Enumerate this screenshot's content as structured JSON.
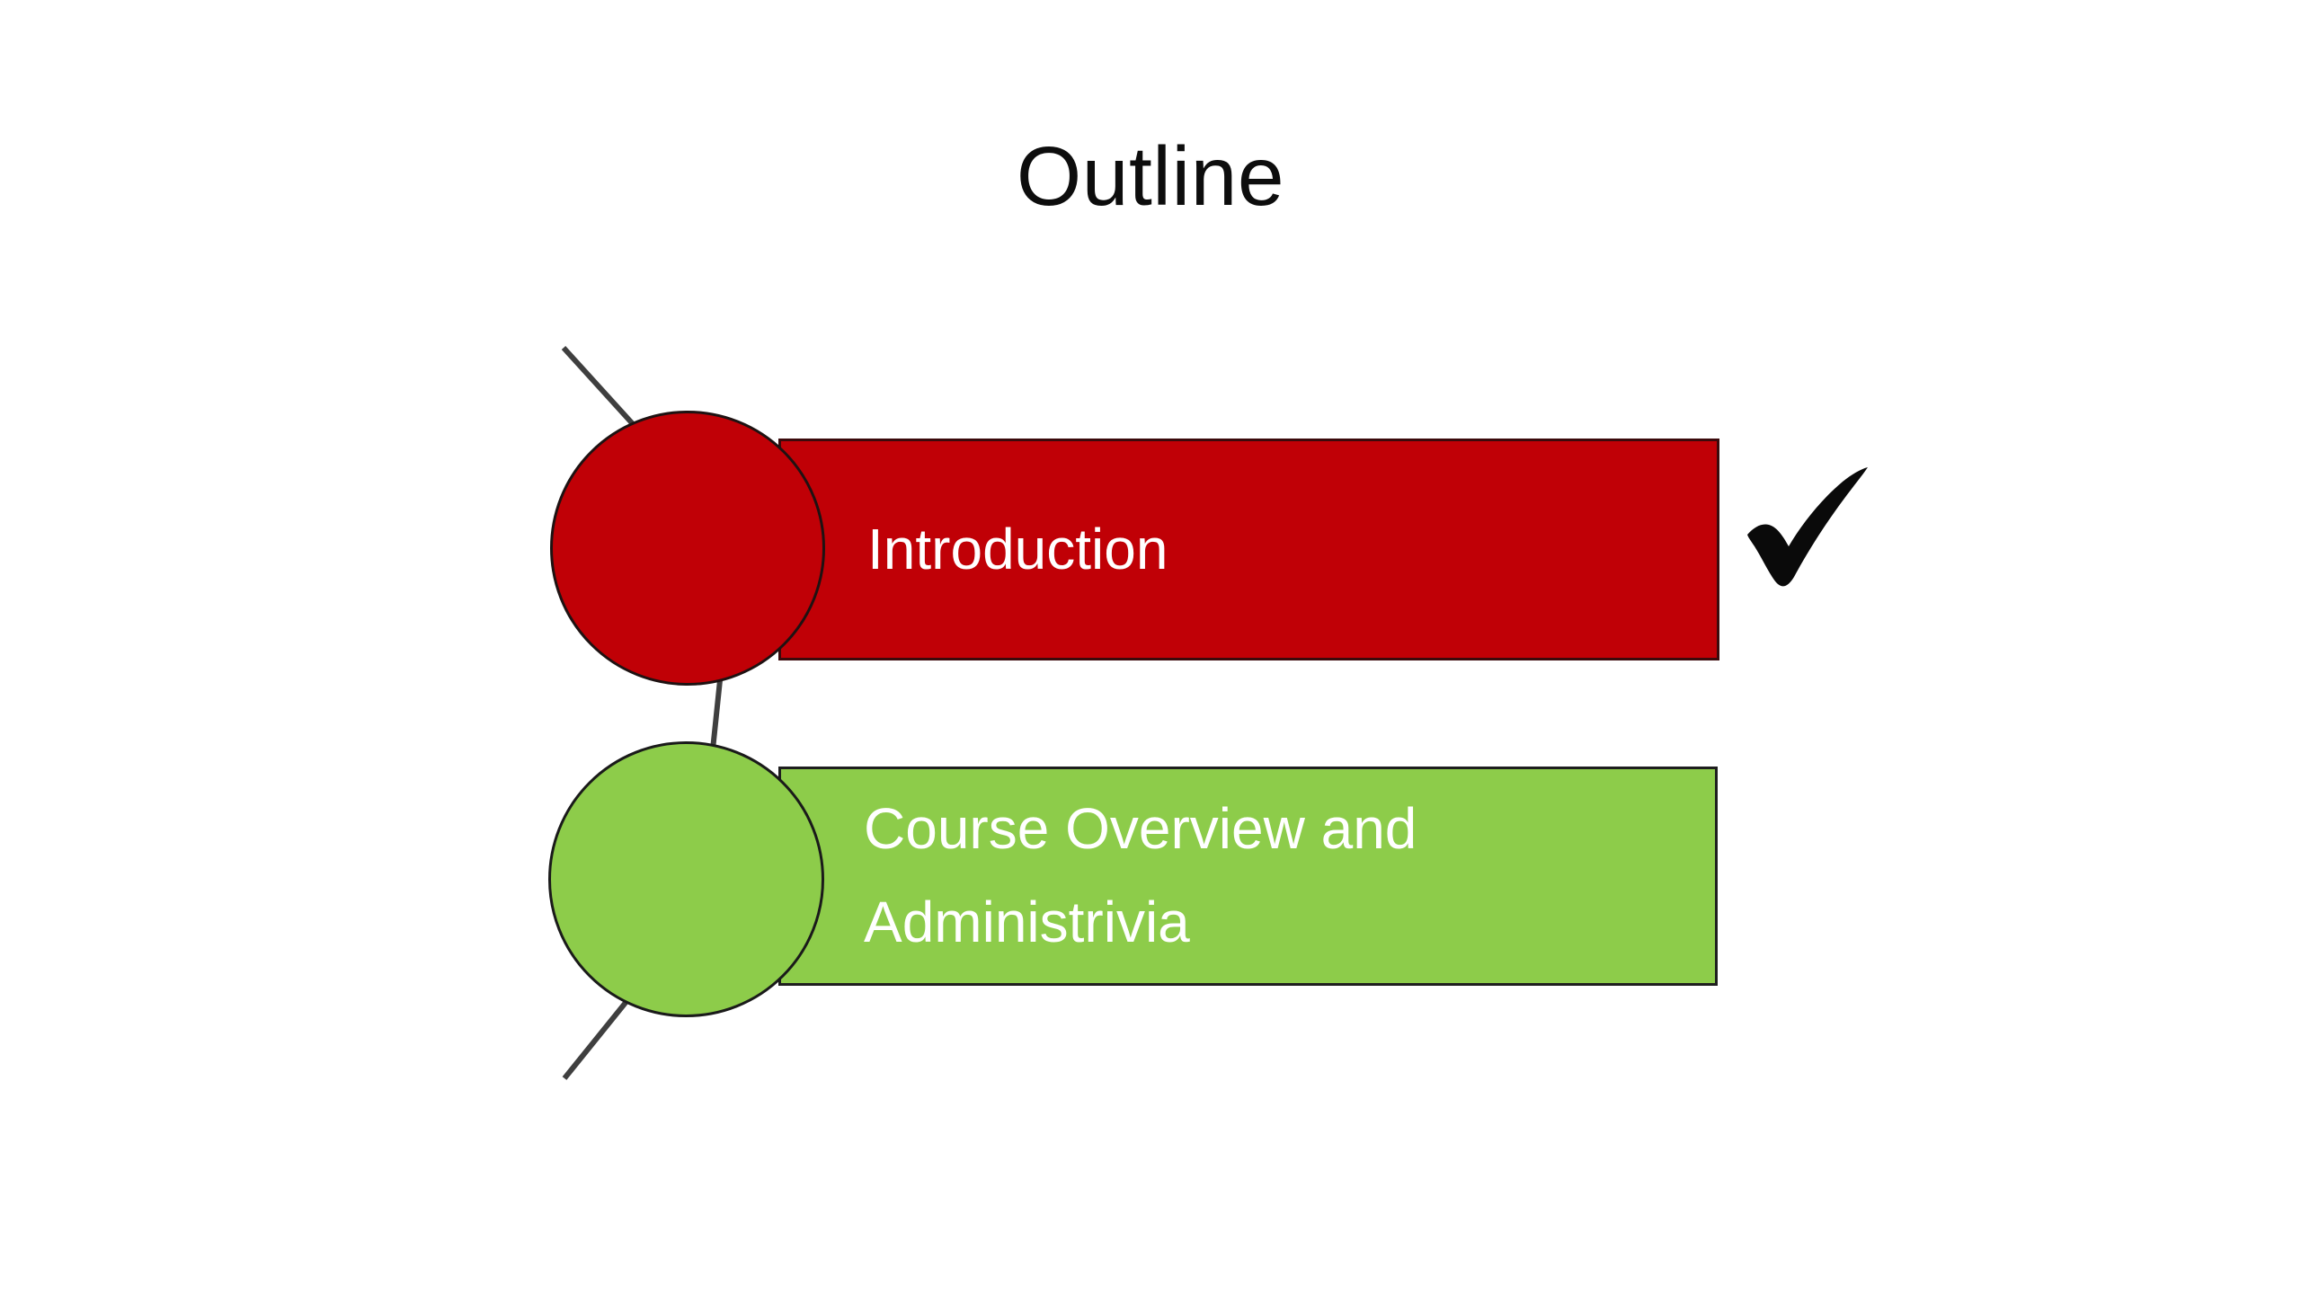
{
  "slide": {
    "title": "Outline",
    "background_color": "#ffffff",
    "title_color": "#0d0d0d"
  },
  "items": [
    {
      "id": "introduction",
      "label": "Introduction",
      "fill_color": "#C00006",
      "outline_color": "#3b0a0c",
      "text_color": "#ffffff",
      "completed": true,
      "marker": "check-icon"
    },
    {
      "id": "course-overview",
      "label": "Course Overview and\nAdministrivia",
      "fill_color": "#8DCC4A",
      "outline_color": "#1e1e1e",
      "text_color": "#ffffff",
      "completed": false,
      "marker": ""
    }
  ],
  "connectors": {
    "line_color": "#3f3f3f",
    "count": 3
  }
}
